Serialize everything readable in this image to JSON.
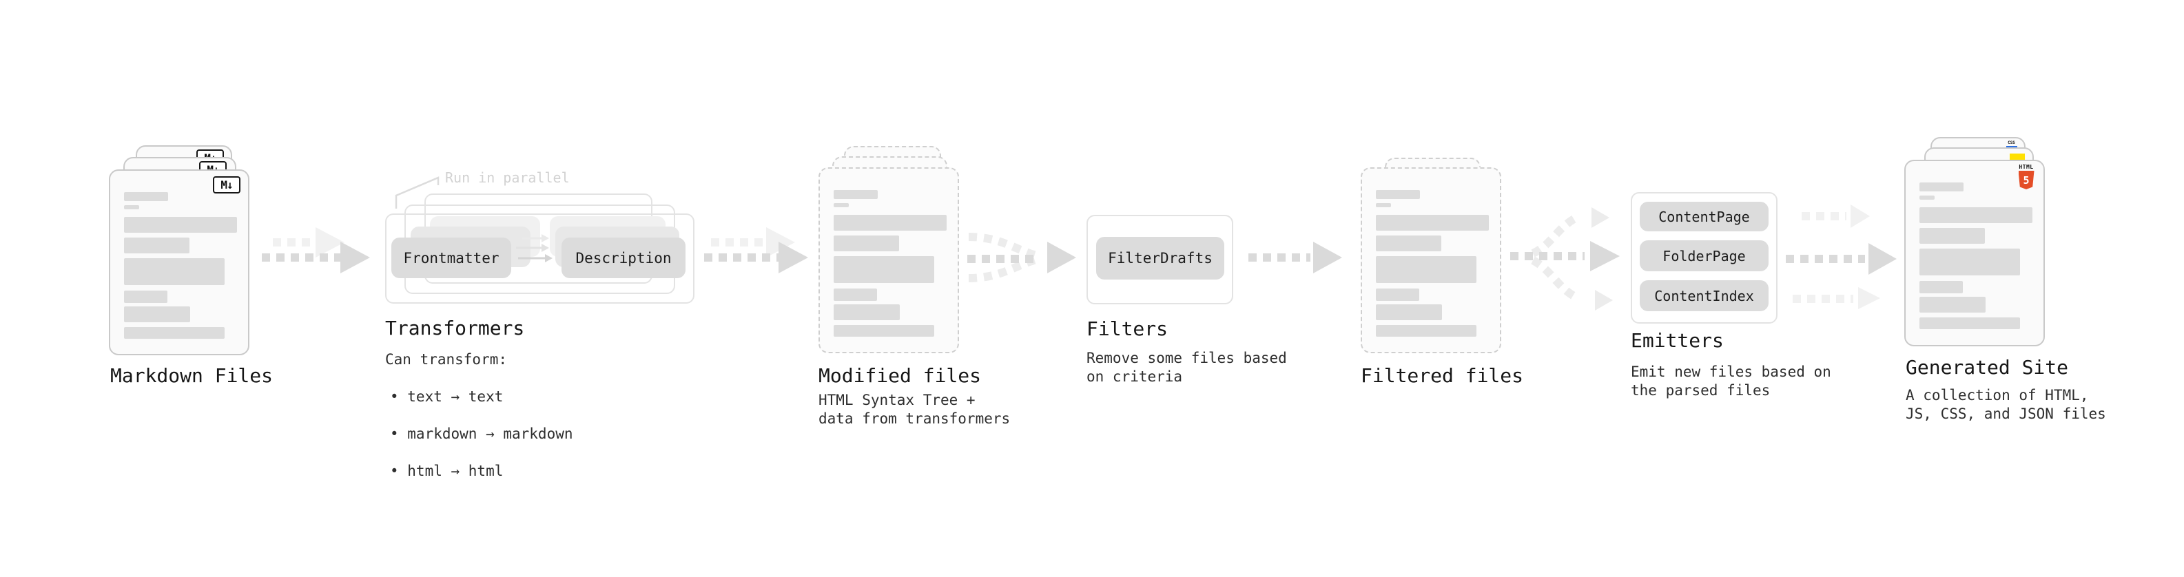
{
  "colors": {
    "background": "#ffffff",
    "doc_fill": "#fafafa",
    "doc_border": "#c9c9c9",
    "dashed_border": "#cfcfcf",
    "placeholder_bar": "#dcdcdc",
    "chip_fill": "#dcdcdc",
    "outline_border": "#e3e3e3",
    "arrow_dark": "#dadada",
    "arrow_light": "#f1f1f1",
    "arrow_curve": "#ececec",
    "annotation_text": "#d2d2d2",
    "label_text": "#161616",
    "description_text": "#2e2e2e",
    "html5_orange": "#e44d26",
    "js_yellow": "#ffe001",
    "css_blue": "#2b6fe3"
  },
  "icons": {
    "markdown": "markdown-icon",
    "html5": "html5-icon",
    "js": "js-icon",
    "css": "css-icon"
  },
  "nodes": {
    "markdown_files": {
      "label": "Markdown Files",
      "badge": "M↓"
    },
    "transformers": {
      "label": "Transformers",
      "annotation": "Run in parallel",
      "chips": [
        "Frontmatter",
        "Description"
      ],
      "desc_title": "Can transform:",
      "bullets": [
        "• text → text",
        "• markdown → markdown",
        "• html → html"
      ]
    },
    "modified_files": {
      "label": "Modified files",
      "description": "HTML Syntax Tree +\ndata from transformers"
    },
    "filters": {
      "label": "Filters",
      "chips": [
        "FilterDrafts"
      ],
      "description": "Remove some files based\non criteria"
    },
    "filtered_files": {
      "label": "Filtered files"
    },
    "emitters": {
      "label": "Emitters",
      "chips": [
        "ContentPage",
        "FolderPage",
        "ContentIndex"
      ],
      "description": "Emit new files based on\nthe parsed files"
    },
    "generated_site": {
      "label": "Generated Site",
      "description": "A collection of HTML,\nJS, CSS, and JSON files",
      "badges": {
        "html_word": "HTML",
        "html_number": "5",
        "css_word": "CSS"
      }
    }
  }
}
